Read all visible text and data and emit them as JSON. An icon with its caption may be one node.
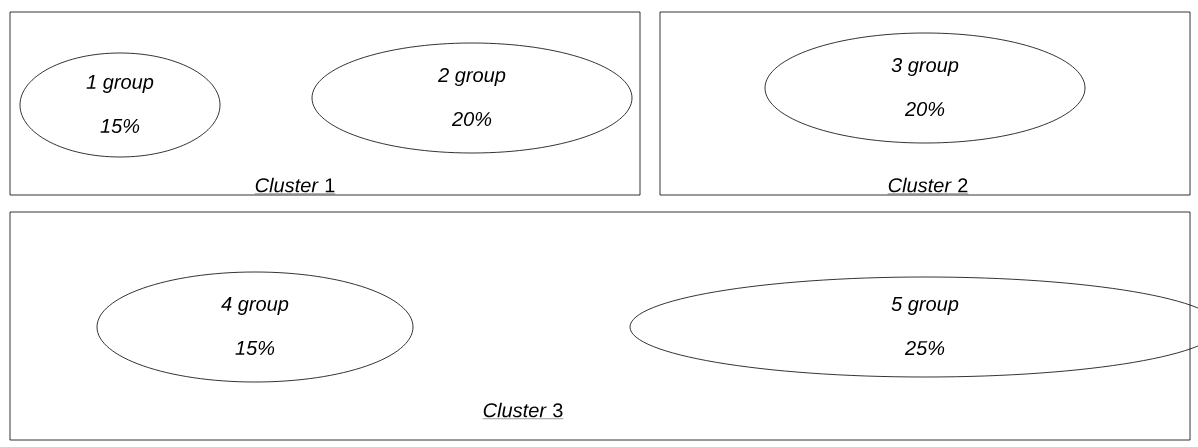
{
  "diagram": {
    "nodes": [
      {
        "text": [
          "*Cluster* 1"
        ]
      },
      {
        "text": [
          "1 group",
          "15%"
        ],
        "in": 0
      },
      {
        "text": [
          "2 group",
          "20%"
        ],
        "in": 0
      },
      {
        "text": [
          "*Cluster* 2"
        ]
      },
      {
        "text": [
          "3 group",
          "20%"
        ],
        "in": 3
      },
      {
        "text": [
          "*Cluster* 3"
        ]
      },
      {
        "text": [
          "4 group",
          "15%"
        ],
        "in": 5
      },
      {
        "text": [
          "5 group",
          "25%"
        ],
        "in": 5
      }
    ]
  }
}
